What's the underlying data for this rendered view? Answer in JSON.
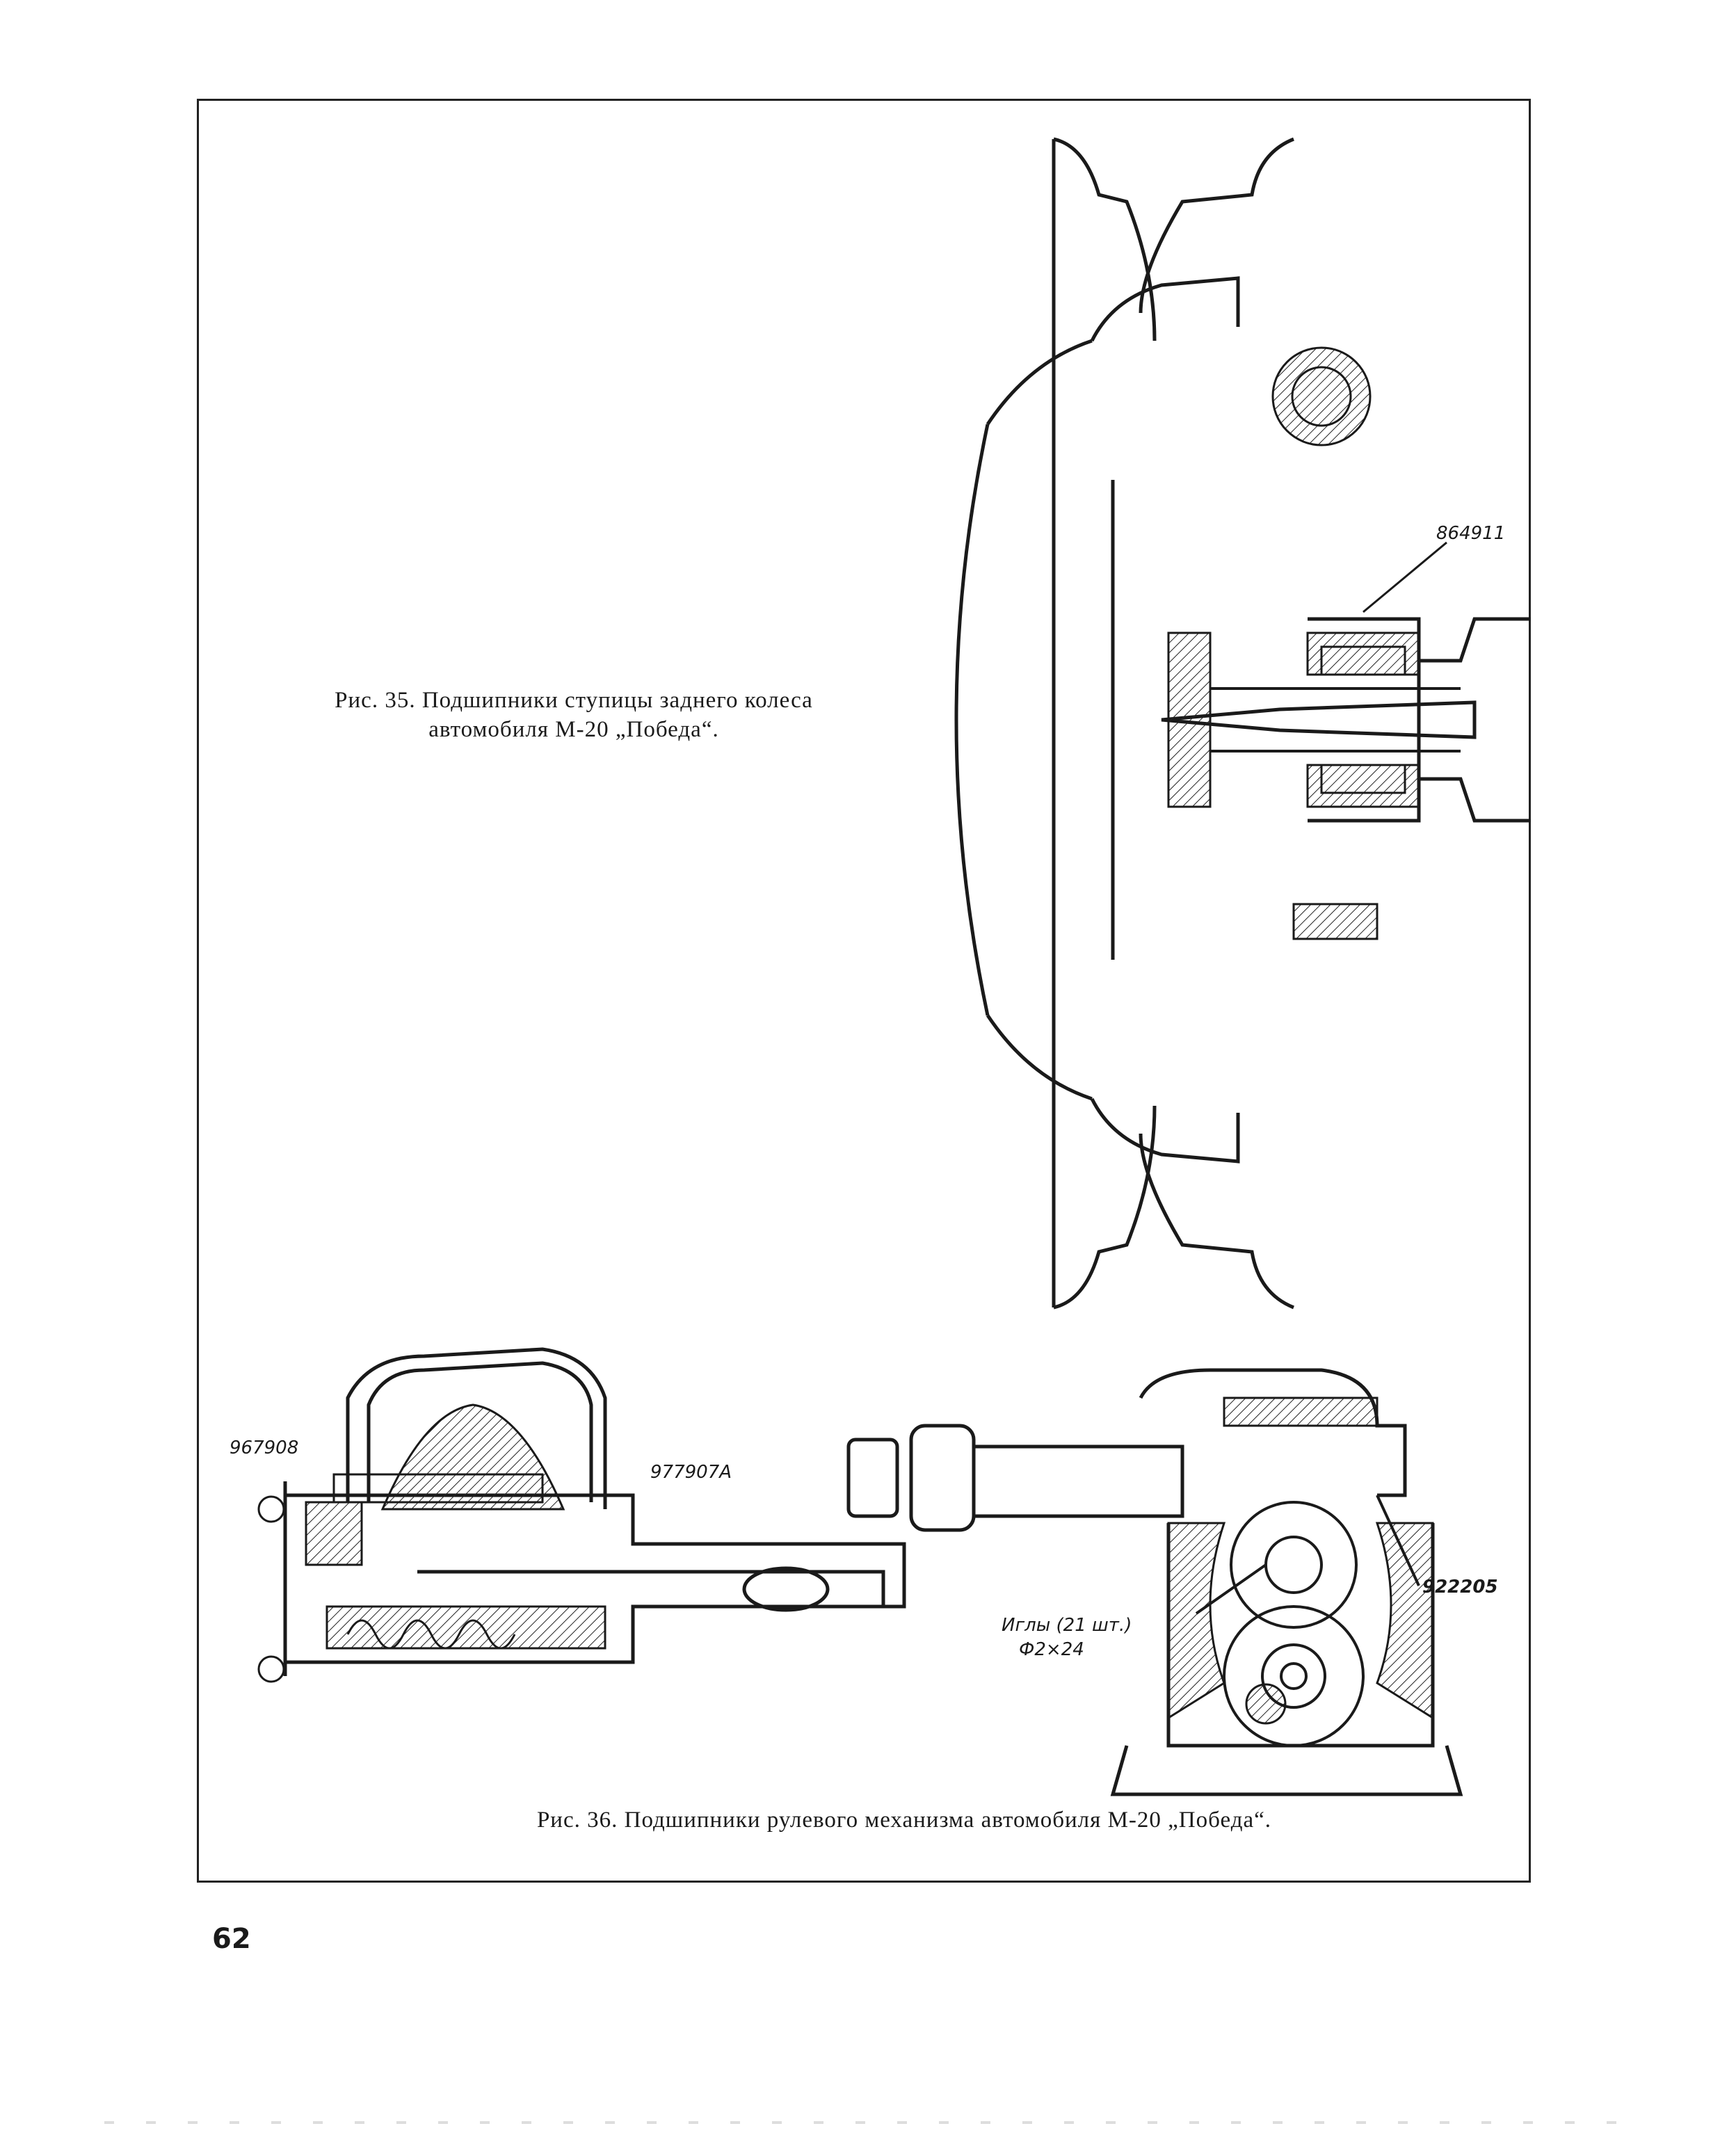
{
  "fig35": {
    "caption_line1": "Рис. 35. Подшипники ступицы заднего колеса",
    "caption_line2": "автомобиля М-20 „Победа“.",
    "part_label": "864911"
  },
  "fig36": {
    "caption": "Рис. 36. Подшипники рулевого механизма автомобиля М-20 „Победа“.",
    "labels": {
      "left_upper": "967908",
      "left_right": "977907А",
      "needles_line1": "Иглы (21 шт.)",
      "needles_line2": "Ф2×24",
      "right_bearing": "922205"
    }
  },
  "page_number": "62"
}
